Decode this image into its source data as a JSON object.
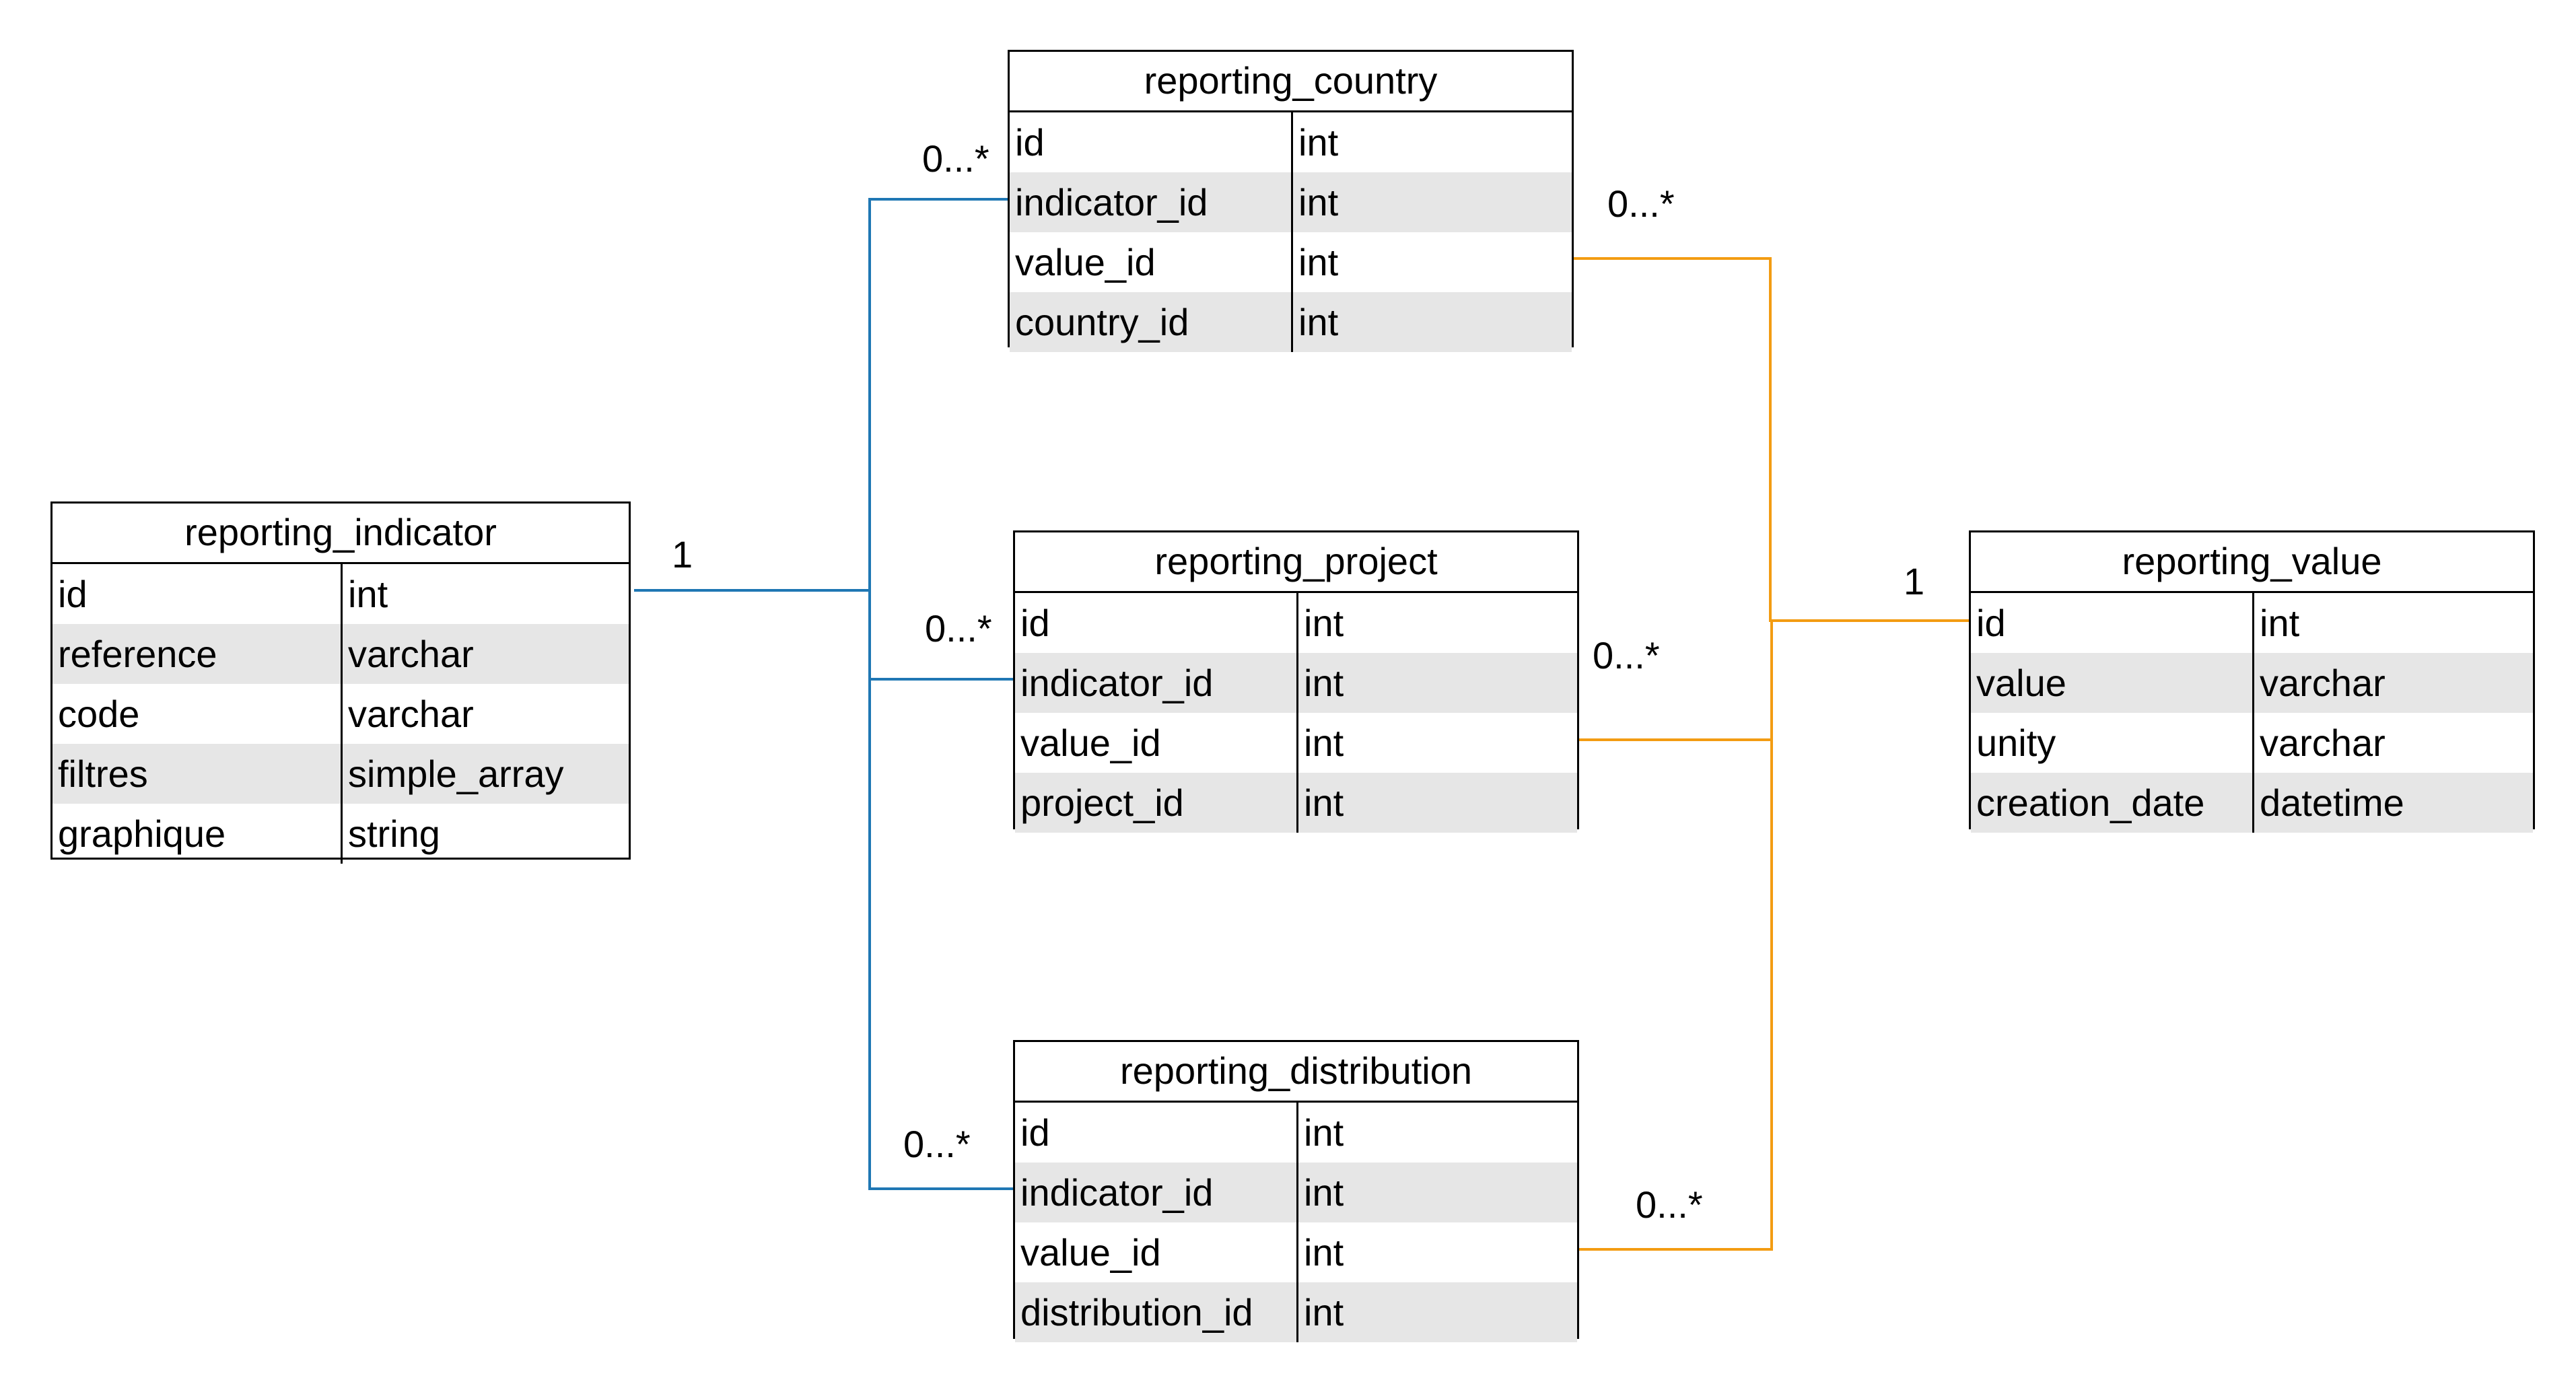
{
  "colors": {
    "indicator_link": "#1f77b4",
    "value_link": "#f39c12",
    "row_alt": "#e6e6e6",
    "border": "#000000"
  },
  "tables": {
    "reporting_country": {
      "title": "reporting_country",
      "rows": [
        {
          "name": "id",
          "type": "int"
        },
        {
          "name": "indicator_id",
          "type": "int"
        },
        {
          "name": "value_id",
          "type": "int"
        },
        {
          "name": "country_id",
          "type": "int"
        }
      ]
    },
    "reporting_indicator": {
      "title": "reporting_indicator",
      "rows": [
        {
          "name": "id",
          "type": "int"
        },
        {
          "name": "reference",
          "type": "varchar"
        },
        {
          "name": "code",
          "type": "varchar"
        },
        {
          "name": "filtres",
          "type": "simple_array"
        },
        {
          "name": "graphique",
          "type": "string"
        }
      ]
    },
    "reporting_project": {
      "title": "reporting_project",
      "rows": [
        {
          "name": "id",
          "type": "int"
        },
        {
          "name": "indicator_id",
          "type": "int"
        },
        {
          "name": "value_id",
          "type": "int"
        },
        {
          "name": "project_id",
          "type": "int"
        }
      ]
    },
    "reporting_distribution": {
      "title": "reporting_distribution",
      "rows": [
        {
          "name": "id",
          "type": "int"
        },
        {
          "name": "indicator_id",
          "type": "int"
        },
        {
          "name": "value_id",
          "type": "int"
        },
        {
          "name": "distribution_id",
          "type": "int"
        }
      ]
    },
    "reporting_value": {
      "title": "reporting_value",
      "rows": [
        {
          "name": "id",
          "type": "int"
        },
        {
          "name": "value",
          "type": "varchar"
        },
        {
          "name": "unity",
          "type": "varchar"
        },
        {
          "name": "creation_date",
          "type": "datetime"
        }
      ]
    }
  },
  "multiplicities": {
    "indicator_side": "1",
    "country_indicator": "0...*",
    "project_indicator": "0...*",
    "distribution_indicator": "0...*",
    "country_value": "0...*",
    "project_value": "0...*",
    "distribution_value": "0...*",
    "value_side": "1"
  }
}
